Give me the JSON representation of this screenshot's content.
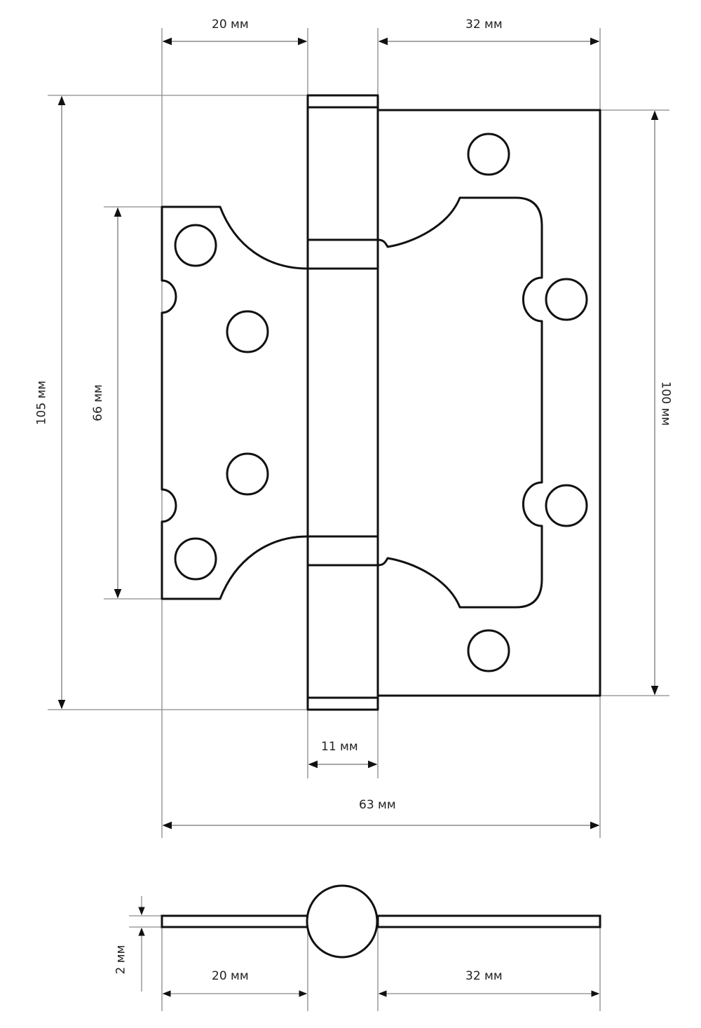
{
  "title": "Door hinge technical drawing",
  "colors": {
    "outline": "#111111",
    "dimension_line": "#8a8a8a",
    "text": "#222222",
    "background": "#ffffff"
  },
  "dimensions": {
    "top_left_width": "20 мм",
    "top_right_width": "32 мм",
    "overall_height": "105 мм",
    "inner_leaf_height": "66 мм",
    "outer_leaf_height": "100 мм",
    "knuckle_width": "11 мм",
    "overall_width": "63 мм",
    "side_thickness": "2 мм",
    "side_left_width": "20 мм",
    "side_right_width": "32 мм"
  },
  "views": {
    "front": "front-view",
    "side": "side-view"
  }
}
